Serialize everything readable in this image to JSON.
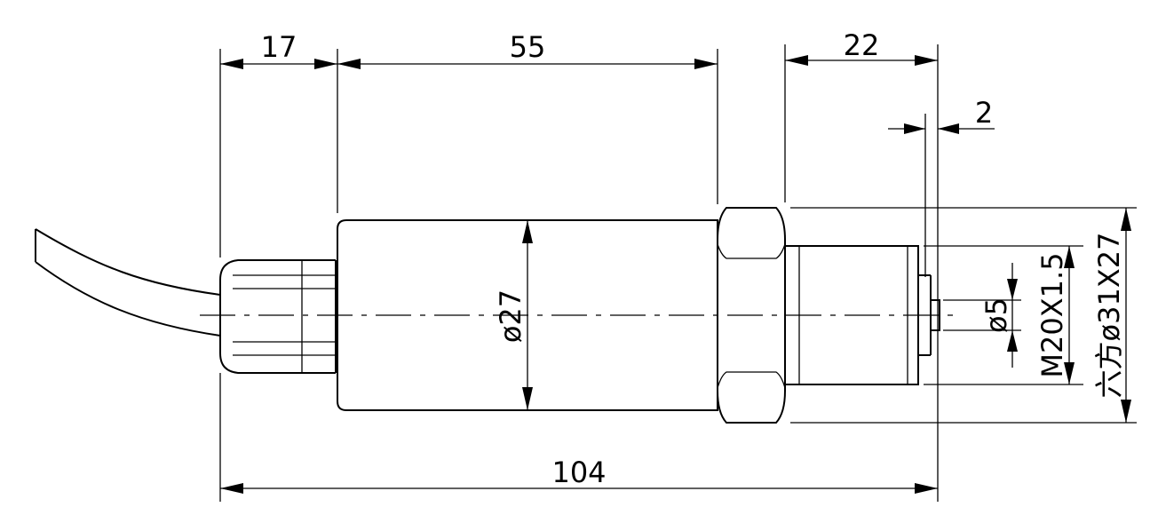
{
  "dimensions": {
    "cable_gland_length": "17",
    "body_length": "55",
    "thread_section_length": "22",
    "tip_length": "2",
    "overall_length": "104",
    "body_diameter": "ø27",
    "port_diameter": "ø5",
    "thread_spec": "M20X1.5",
    "hex_spec": "六方ø31X27"
  }
}
